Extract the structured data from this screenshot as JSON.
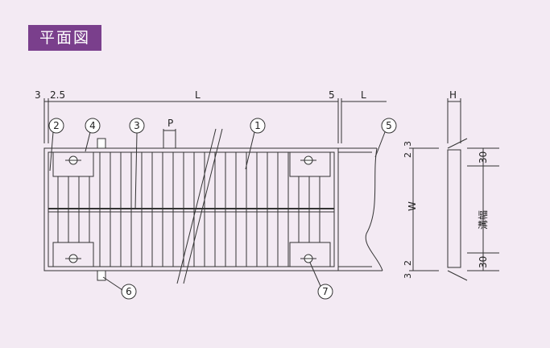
{
  "title": "平面図",
  "dims": {
    "left_3": "3",
    "left_2_5": "2.5",
    "L": "L",
    "right_5": "5",
    "right_L": "L",
    "P": "P",
    "H": "H",
    "W": "W",
    "top_3": "3",
    "top_2": "2",
    "bot_2": "2",
    "bot_3": "3",
    "dim_30_top": "30",
    "dim_30_bot": "30",
    "groove_width": "溝幅"
  },
  "callouts": [
    "1",
    "2",
    "3",
    "4",
    "5",
    "6",
    "7"
  ],
  "colors": {
    "badge": "#7a3f8c",
    "background": "#f3eaf3"
  }
}
